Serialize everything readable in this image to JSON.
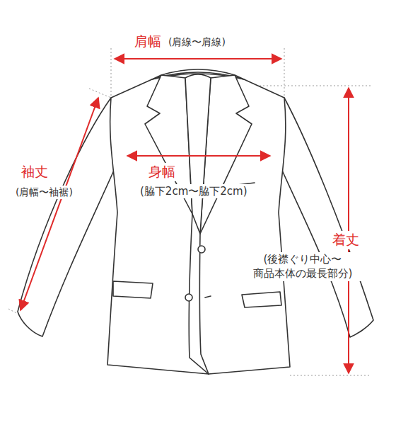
{
  "diagram": {
    "labels": [
      "肩幅",
      "(肩線〜肩線)",
      "袖丈",
      "(肩幅〜袖裾)",
      "身幅",
      "(脇下2cm〜脇下2cm)",
      "着丈",
      "(後襟ぐり中心〜 商品本体の最長部分)"
    ]
  }
}
